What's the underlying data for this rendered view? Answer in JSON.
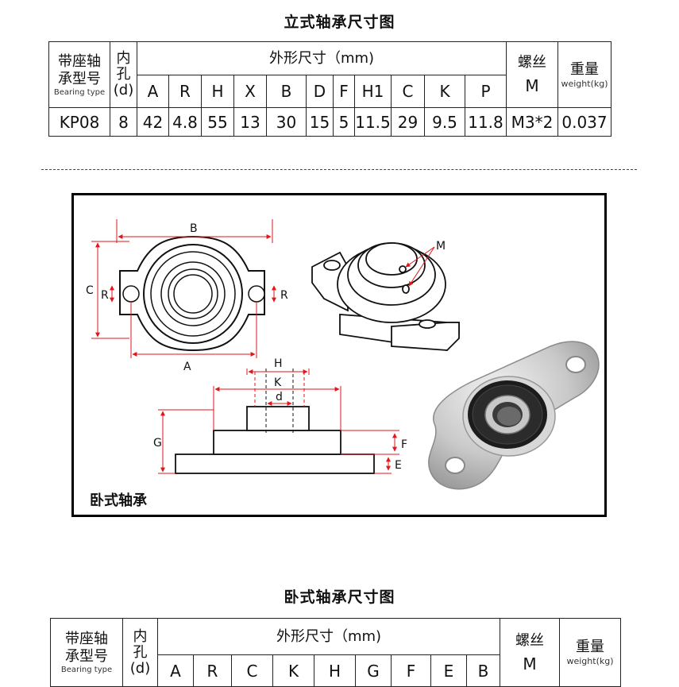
{
  "top_section": {
    "title": "立式轴承尺寸图",
    "header": {
      "type_label_line1": "带座轴",
      "type_label_line2": "承型号",
      "type_label_en": "Bearing type",
      "bore_line1": "内",
      "bore_line2": "孔",
      "bore_line3": "(d)",
      "dims_label": "外形尺寸（mm)",
      "screw_label": "螺丝",
      "screw_sub": "M",
      "weight_label": "重量",
      "weight_sub": "weight(kg)",
      "dims": [
        "A",
        "R",
        "H",
        "X",
        "B",
        "D",
        "F",
        "H1",
        "C",
        "K",
        "P"
      ]
    },
    "row": {
      "type": "KP08",
      "bore": "8",
      "dims": [
        "42",
        "4.8",
        "55",
        "13",
        "30",
        "15",
        "5",
        "11.5",
        "29",
        "9.5",
        "11.8"
      ],
      "screw": "M3*2",
      "weight": "0.037"
    }
  },
  "figure": {
    "caption": "卧式轴承",
    "labels": {
      "B": "B",
      "C": "C",
      "R_left": "R",
      "R_right": "R",
      "A": "A",
      "M": "M",
      "H": "H",
      "K": "K",
      "d": "d",
      "G": "G",
      "F": "F",
      "E": "E"
    }
  },
  "bottom_section": {
    "title": "卧式轴承尺寸图",
    "header": {
      "type_label_line1": "带座轴",
      "type_label_line2": "承型号",
      "type_label_en": "Bearing type",
      "bore_line1": "内",
      "bore_line2": "孔",
      "bore_line3": "(d)",
      "dims_label": "外形尺寸（mm)",
      "screw_label": "螺丝",
      "screw_sub": "M",
      "weight_label": "重量",
      "weight_sub": "weight(kg)",
      "dims": [
        "A",
        "R",
        "C",
        "K",
        "H",
        "G",
        "F",
        "E",
        "B"
      ]
    }
  },
  "colors": {
    "dimension_red": "#e0161b",
    "border": "#222222"
  }
}
